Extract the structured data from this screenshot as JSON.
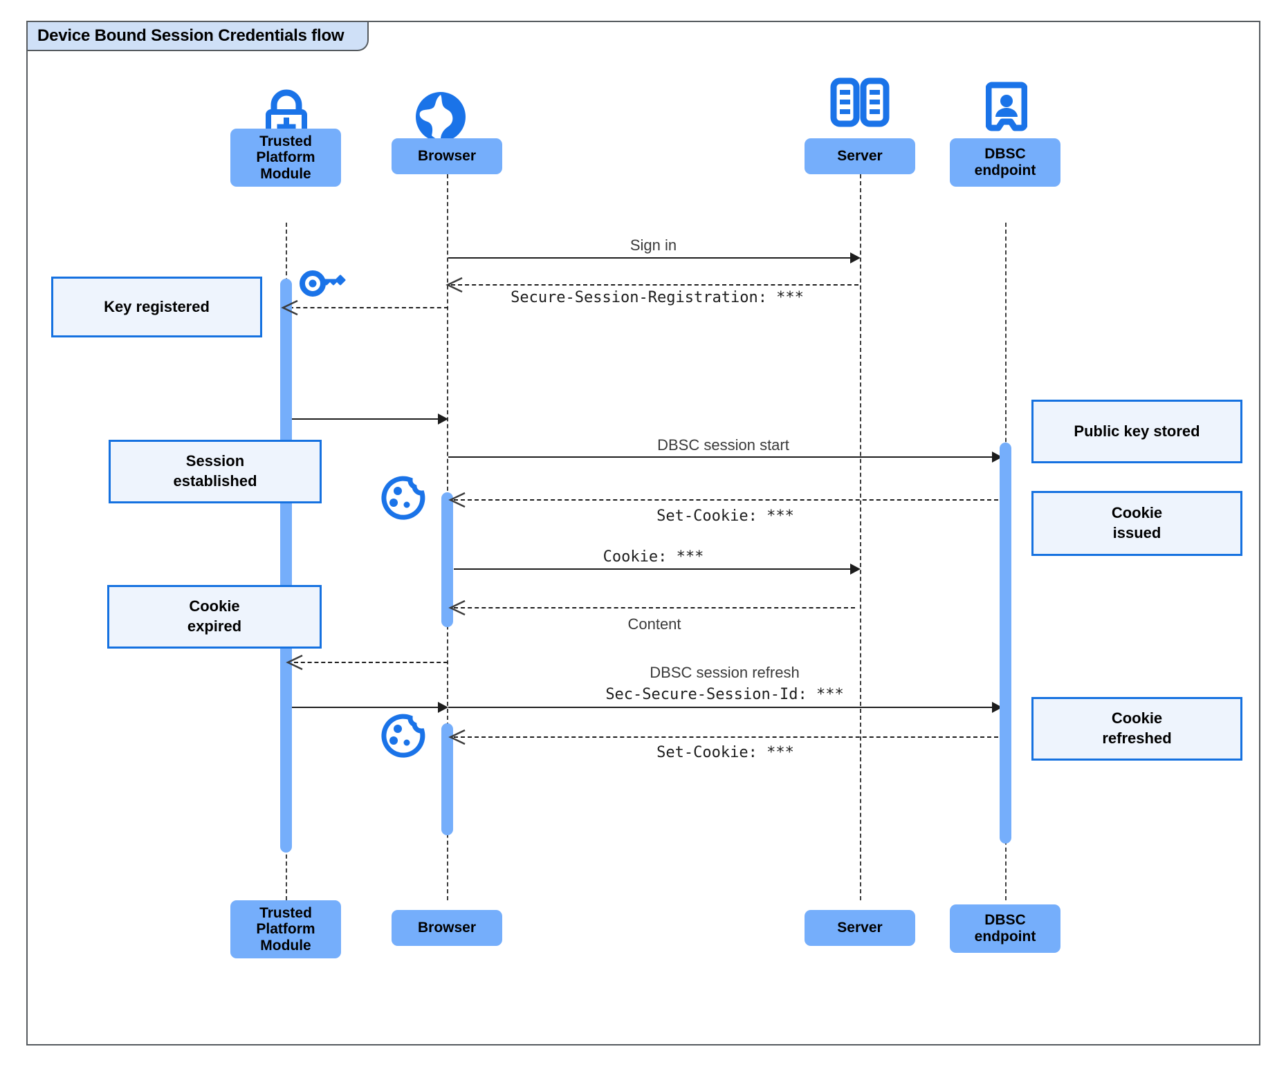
{
  "diagram": {
    "type": "sequence",
    "title": "Device Bound Session Credentials flow",
    "colors": {
      "participant_fill": "#75aefb",
      "note_fill": "#eef4fd",
      "note_border": "#1571e0",
      "icon_blue": "#1a73e8",
      "frame_border": "#555a5e",
      "title_fill": "#cfe0f7"
    }
  },
  "participants": [
    {
      "id": "tpm",
      "label": "Trusted\nPlatform\nModule",
      "icon": "lock-plus-icon"
    },
    {
      "id": "browser",
      "label": "Browser",
      "icon": "globe-icon"
    },
    {
      "id": "server",
      "label": "Server",
      "icon": "server-rack-icon"
    },
    {
      "id": "dbsc",
      "label": "DBSC\nendpoint",
      "icon": "id-badge-icon"
    }
  ],
  "participants_bottom": [
    {
      "id": "tpm",
      "label": "Trusted\nPlatform\nModule"
    },
    {
      "id": "browser",
      "label": "Browser"
    },
    {
      "id": "server",
      "label": "Server"
    },
    {
      "id": "dbsc",
      "label": "DBSC\nendpoint"
    }
  ],
  "messages": [
    {
      "id": "m1",
      "label": "Sign in",
      "style": "plain",
      "from": "browser",
      "to": "server",
      "line": "solid"
    },
    {
      "id": "m2",
      "label": "Secure-Session-Registration: ***",
      "style": "mono",
      "from": "server",
      "to": "browser",
      "line": "dashed"
    },
    {
      "id": "m3",
      "label": "",
      "style": "plain",
      "from": "tpm",
      "to": "browser",
      "line": "solid"
    },
    {
      "id": "m4",
      "label": "DBSC session start",
      "style": "plain",
      "from": "browser",
      "to": "dbsc",
      "line": "solid"
    },
    {
      "id": "m5",
      "label": "Set-Cookie: ***",
      "style": "mono",
      "from": "dbsc",
      "to": "browser",
      "line": "dashed"
    },
    {
      "id": "m6",
      "label": "Cookie: ***",
      "style": "mono",
      "from": "browser",
      "to": "server",
      "line": "solid"
    },
    {
      "id": "m7",
      "label": "Content",
      "style": "plain",
      "from": "server",
      "to": "browser",
      "line": "dashed"
    },
    {
      "id": "m8",
      "label": "DBSC session refresh",
      "style": "plain",
      "from": "browser",
      "to": "dbsc",
      "line": "solid"
    },
    {
      "id": "m9",
      "label": "Sec-Secure-Session-Id: ***",
      "style": "mono",
      "from": "browser",
      "to": "dbsc",
      "line": "solid"
    },
    {
      "id": "m10",
      "label": "Set-Cookie: ***",
      "style": "mono",
      "from": "dbsc",
      "to": "browser",
      "line": "dashed"
    },
    {
      "id": "m11",
      "label": "",
      "style": "plain",
      "from": "browser",
      "to": "tpm",
      "line": "dashed"
    },
    {
      "id": "m12",
      "label": "",
      "style": "plain",
      "from": "tpm",
      "to": "browser",
      "line": "solid"
    }
  ],
  "notes": [
    {
      "id": "n1",
      "label": "Key registered",
      "side": "left",
      "anchor": "tpm"
    },
    {
      "id": "n2",
      "label": "Session\nestablished",
      "side": "left",
      "anchor": "tpm"
    },
    {
      "id": "n3",
      "label": "Cookie\nexpired",
      "side": "left",
      "anchor": "tpm"
    },
    {
      "id": "n4",
      "label": "Public key stored",
      "side": "right",
      "anchor": "dbsc"
    },
    {
      "id": "n5",
      "label": "Cookie\nissued",
      "side": "right",
      "anchor": "dbsc"
    },
    {
      "id": "n6",
      "label": "Cookie\nrefreshed",
      "side": "right",
      "anchor": "dbsc"
    }
  ],
  "inline_icons": [
    {
      "id": "i1",
      "name": "key-icon"
    },
    {
      "id": "i2",
      "name": "cookie-icon"
    },
    {
      "id": "i3",
      "name": "cookie-icon"
    }
  ]
}
